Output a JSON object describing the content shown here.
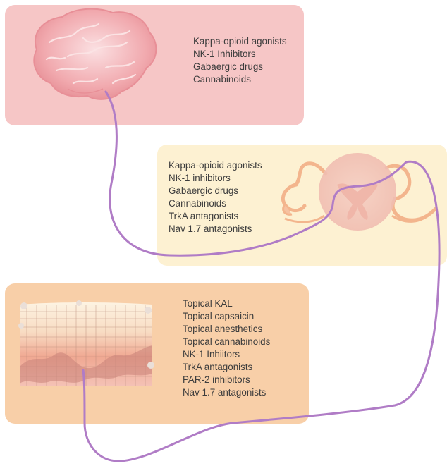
{
  "panels": {
    "brain": {
      "label": "Brain",
      "background": "#f6c6c6",
      "drugs": [
        "Kappa-opioid agonists",
        "NK-1 Inhibitors",
        "Gabaergic drugs",
        "Cannabinoids"
      ]
    },
    "spinal_cord": {
      "label": "Spinal cord",
      "background": "#fdf1d2",
      "drugs": [
        "Kappa-opioid agonists",
        "NK-1 inhibitors",
        "Gabaergic drugs",
        "Cannabinoids",
        "TrkA antagonists",
        "Nav 1.7 antagonists"
      ]
    },
    "skin": {
      "label": "Skin",
      "background": "#f8cfa8",
      "drugs": [
        "Topical KAL",
        "Topical capsaicin",
        "Topical anesthetics",
        "Topical cannabinoids",
        "NK-1 Inhiitors",
        "TrkA antagonists",
        "PAR-2 inhibitors",
        "Nav 1.7 antagonists"
      ]
    }
  },
  "colors": {
    "nerve_pathway": "#b07cc6",
    "brain_tissue": "#ef9fa6",
    "spinal_outline": "#f3b58d",
    "skin_cells": "#e79a86"
  },
  "icons": {
    "brain": "brain-icon",
    "spinal": "spinal-cord-cross-section-icon",
    "skin": "skin-layers-icon"
  }
}
